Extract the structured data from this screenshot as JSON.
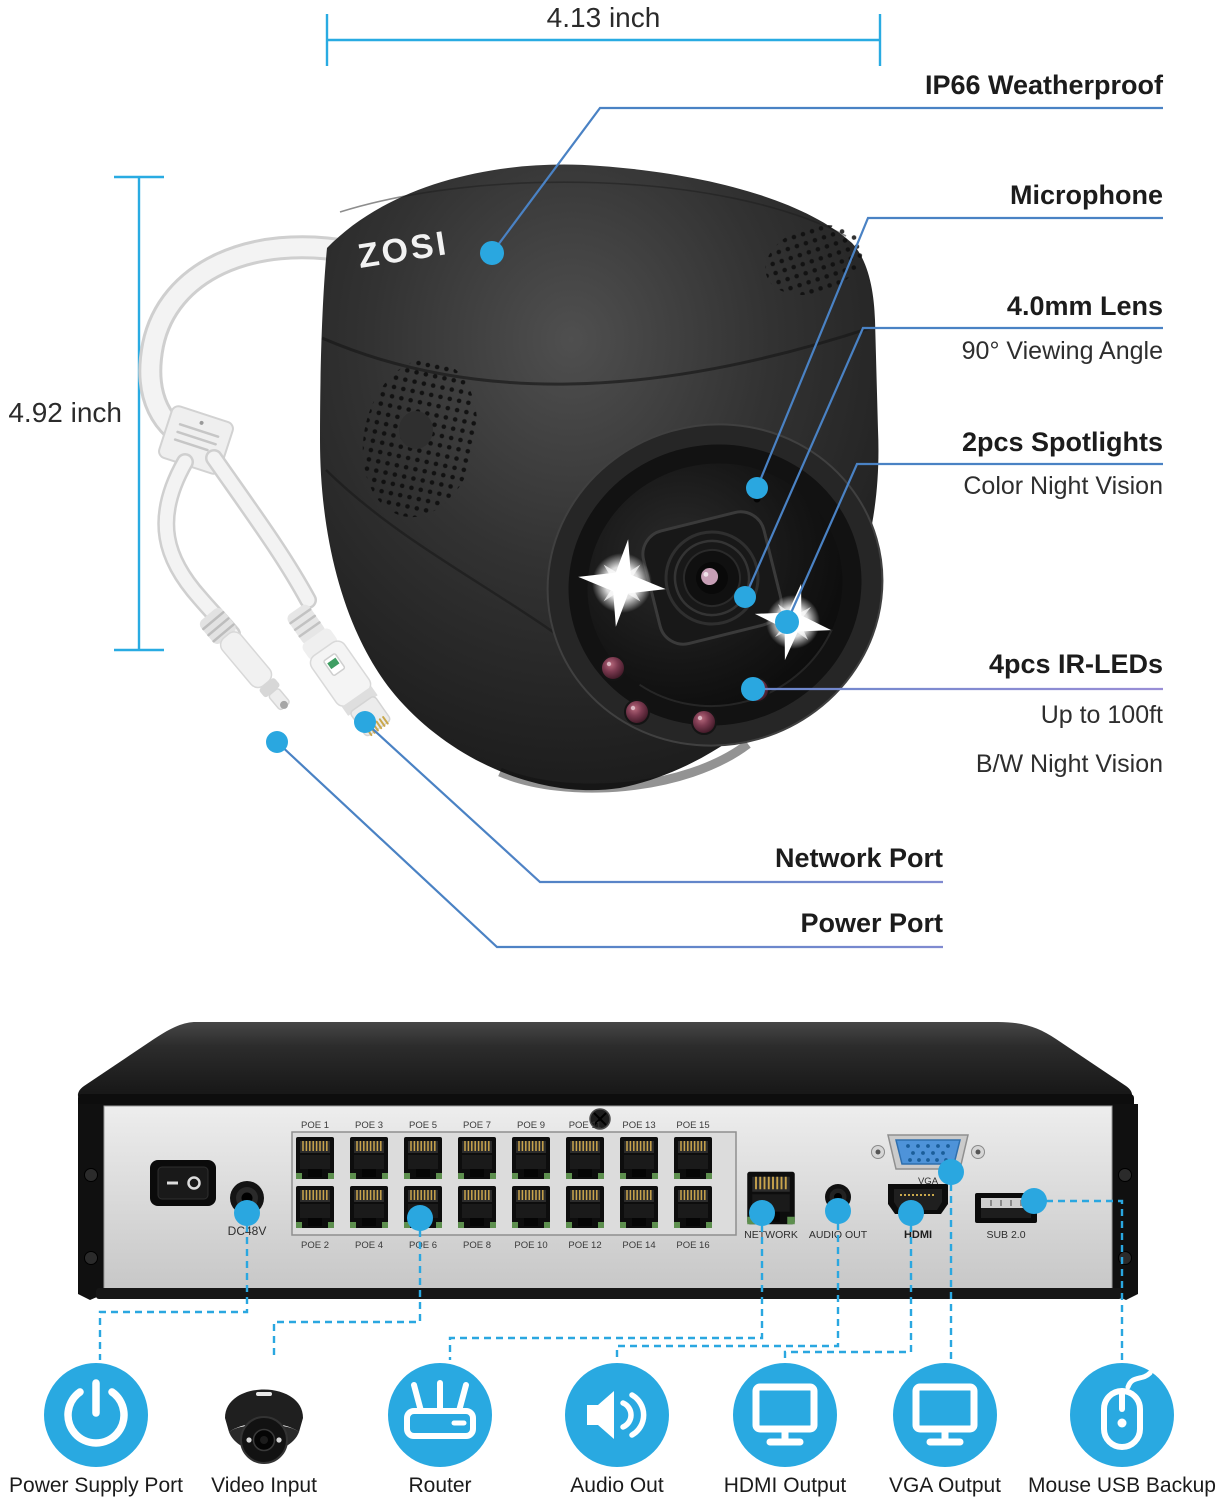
{
  "camera": {
    "brand_logo": "ZOSI",
    "width_dim": {
      "label": "4.13 inch"
    },
    "height_dim": {
      "label": "4.92 inch"
    },
    "callouts": {
      "weatherproof": {
        "title": "IP66 Weatherproof"
      },
      "microphone": {
        "title": "Microphone"
      },
      "lens": {
        "title": "4.0mm Lens",
        "subtitle": "90° Viewing Angle"
      },
      "spotlights": {
        "title": "2pcs Spotlights",
        "subtitle": "Color Night Vision"
      },
      "ir_leds": {
        "title": "4pcs IR-LEDs",
        "subtitle1": "Up to 100ft",
        "subtitle2": "B/W Night Vision"
      },
      "network_port": {
        "title": "Network Port"
      },
      "power_port": {
        "title": "Power Port"
      }
    }
  },
  "nvr": {
    "poe_labels_top": [
      "POE 1",
      "POE 3",
      "POE 5",
      "POE 7",
      "POE 9",
      "POE 11",
      "POE 13",
      "POE 15"
    ],
    "poe_labels_bottom": [
      "POE 2",
      "POE 4",
      "POE 6",
      "POE 8",
      "POE 10",
      "POE 12",
      "POE 14",
      "POE 16"
    ],
    "labels": {
      "dc": "DC48V",
      "network": "NETWORK",
      "audio": "AUDIO OUT",
      "hdmi": "HDMI",
      "vga": "VGA",
      "usb": "SUB 2.0"
    }
  },
  "legend": {
    "items": [
      {
        "icon": "power-icon",
        "label": "Power Supply Port"
      },
      {
        "icon": "turret-camera-icon",
        "label": "Video Input"
      },
      {
        "icon": "router-icon",
        "label": "Router"
      },
      {
        "icon": "speaker-icon",
        "label": "Audio Out"
      },
      {
        "icon": "monitor-icon",
        "label": "HDMI Output"
      },
      {
        "icon": "monitor-icon",
        "label": "VGA Output"
      },
      {
        "icon": "mouse-icon",
        "label": "Mouse USB Backup"
      }
    ]
  },
  "colors": {
    "accent_cyan": "#29abe2",
    "leader_blue": "#4a82c4",
    "leader_purple": "#9a8ed6",
    "icon_circle_blue": "#29a9e1",
    "text_dark": "#1c1c1c"
  }
}
